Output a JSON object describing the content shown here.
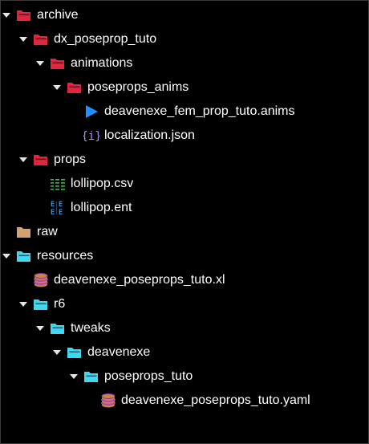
{
  "colors": {
    "background": "#000000",
    "text": "#ffffff",
    "folder_archive": "#e0253d",
    "folder_resources": "#3ed8f5",
    "folder_plain": "#d2a46b",
    "anims_icon": "#1e90ff",
    "json_icon": "#b58cf5",
    "csv_icon": "#2ec04a",
    "ent_icon": "#3f8ed8",
    "db_icon": "#c08a3e"
  },
  "tree": [
    {
      "label": "archive",
      "depth": 0,
      "chevron": "expanded",
      "icon": "folder-open-icon",
      "icon_color": "#e0253d"
    },
    {
      "label": "dx_poseprop_tuto",
      "depth": 1,
      "chevron": "expanded",
      "icon": "folder-open-icon",
      "icon_color": "#e0253d"
    },
    {
      "label": "animations",
      "depth": 2,
      "chevron": "expanded",
      "icon": "folder-open-icon",
      "icon_color": "#e0253d"
    },
    {
      "label": "poseprops_anims",
      "depth": 3,
      "chevron": "expanded",
      "icon": "folder-open-icon",
      "icon_color": "#e0253d"
    },
    {
      "label": "deavenexe_fem_prop_tuto.anims",
      "depth": 4,
      "chevron": "none",
      "icon": "play-icon",
      "icon_color": "#1e90ff"
    },
    {
      "label": "localization.json",
      "depth": 4,
      "chevron": "none",
      "icon": "json-braces-icon",
      "icon_color": "#b58cf5"
    },
    {
      "label": "props",
      "depth": 1,
      "chevron": "expanded",
      "icon": "folder-open-icon",
      "icon_color": "#e0253d"
    },
    {
      "label": "lollipop.csv",
      "depth": 2,
      "chevron": "none",
      "icon": "csv-icon",
      "icon_color": "#2ec04a"
    },
    {
      "label": "lollipop.ent",
      "depth": 2,
      "chevron": "none",
      "icon": "ent-icon",
      "icon_color": "#3f8ed8"
    },
    {
      "label": "raw",
      "depth": 0,
      "chevron": "none",
      "icon": "folder-closed-icon",
      "icon_color": "#d2a46b"
    },
    {
      "label": "resources",
      "depth": 0,
      "chevron": "expanded",
      "icon": "folder-open-icon",
      "icon_color": "#3ed8f5"
    },
    {
      "label": "deavenexe_poseprops_tuto.xl",
      "depth": 1,
      "chevron": "none",
      "icon": "database-icon",
      "icon_color": "#c08a3e"
    },
    {
      "label": "r6",
      "depth": 1,
      "chevron": "expanded",
      "icon": "folder-open-icon",
      "icon_color": "#3ed8f5"
    },
    {
      "label": "tweaks",
      "depth": 2,
      "chevron": "expanded",
      "icon": "folder-open-icon",
      "icon_color": "#3ed8f5"
    },
    {
      "label": "deavenexe",
      "depth": 3,
      "chevron": "expanded",
      "icon": "folder-open-icon",
      "icon_color": "#3ed8f5"
    },
    {
      "label": "poseprops_tuto",
      "depth": 4,
      "chevron": "expanded",
      "icon": "folder-open-icon",
      "icon_color": "#3ed8f5"
    },
    {
      "label": "deavenexe_poseprops_tuto.yaml",
      "depth": 5,
      "chevron": "none",
      "icon": "database-icon",
      "icon_color": "#c08a3e"
    }
  ]
}
